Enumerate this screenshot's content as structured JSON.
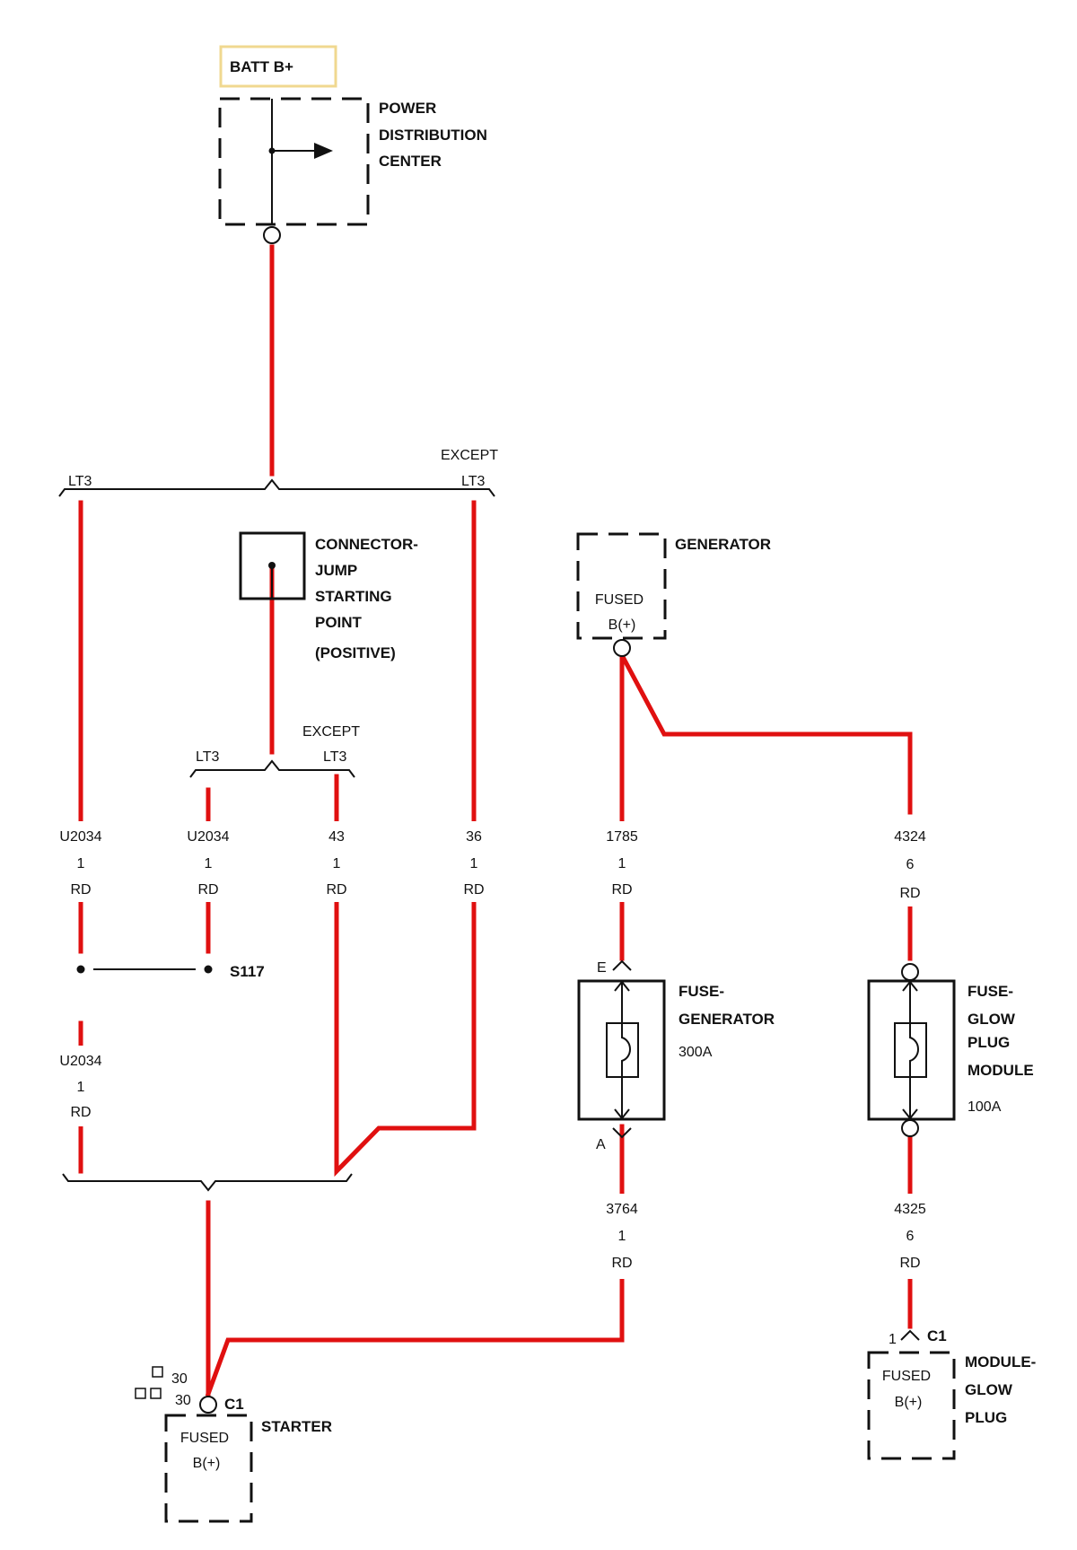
{
  "components": {
    "batt": "BATT B+",
    "pdc": [
      "POWER",
      "DISTRIBUTION",
      "CENTER"
    ],
    "jump_point": [
      "CONNECTOR-",
      "JUMP",
      "STARTING",
      "POINT",
      "(POSITIVE)"
    ],
    "generator": {
      "name": "GENERATOR",
      "fused": "FUSED",
      "bplus": "B(+)"
    },
    "fuse_generator": {
      "name": [
        "FUSE-",
        "GENERATOR"
      ],
      "rating": "300A",
      "pin_top": "E",
      "pin_bottom": "A"
    },
    "fuse_glow_plug": {
      "name": [
        "FUSE-",
        "GLOW",
        "PLUG",
        "MODULE"
      ],
      "rating": "100A"
    },
    "starter": {
      "name": "STARTER",
      "connector": "C1",
      "fused": "FUSED",
      "bplus": "B(+)",
      "pins": [
        "30",
        "30"
      ]
    },
    "glow_plug_module": {
      "name": [
        "MODULE-",
        "GLOW",
        "PLUG"
      ],
      "connector": "C1",
      "pin": "1",
      "fused": "FUSED",
      "bplus": "B(+)"
    },
    "splice": "S117"
  },
  "branches": {
    "top_left": "LT3",
    "top_right": [
      "EXCEPT",
      "LT3"
    ],
    "mid_left": "LT3",
    "mid_right": [
      "EXCEPT",
      "LT3"
    ]
  },
  "wires": [
    {
      "circuit": "U2034",
      "gauge": "1",
      "color": "RD"
    },
    {
      "circuit": "U2034",
      "gauge": "1",
      "color": "RD"
    },
    {
      "circuit": "43",
      "gauge": "1",
      "color": "RD"
    },
    {
      "circuit": "36",
      "gauge": "1",
      "color": "RD"
    },
    {
      "circuit": "1785",
      "gauge": "1",
      "color": "RD"
    },
    {
      "circuit": "4324",
      "gauge": "6",
      "color": "RD"
    },
    {
      "circuit": "U2034",
      "gauge": "1",
      "color": "RD"
    },
    {
      "circuit": "3764",
      "gauge": "1",
      "color": "RD"
    },
    {
      "circuit": "4325",
      "gauge": "6",
      "color": "RD"
    }
  ],
  "colors": {
    "wire": "#e01010",
    "batt_border": "#f0d890"
  }
}
